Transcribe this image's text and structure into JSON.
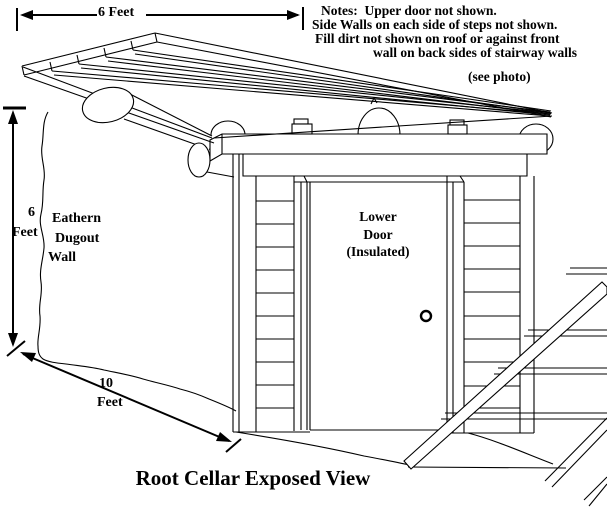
{
  "title": "Root Cellar Exposed View",
  "notes": {
    "l1": "Notes:  Upper door not shown.",
    "l2": "Side Walls on each side of steps not shown.",
    "l3": "Fill dirt not shown on roof or against front",
    "l4": "wall on back sides of stairway walls",
    "l5": "(see photo)"
  },
  "dimensions": {
    "roof_width": "6 Feet",
    "height_value": "6",
    "height_unit": "Feet",
    "length_value": "10",
    "length_unit": "Feet"
  },
  "labels": {
    "dugout_wall": {
      "l1": "Eathern",
      "l2": "Dugout",
      "l3": "Wall"
    },
    "door": {
      "l1": "Lower",
      "l2": "Door",
      "l3": "(Insulated)"
    }
  }
}
